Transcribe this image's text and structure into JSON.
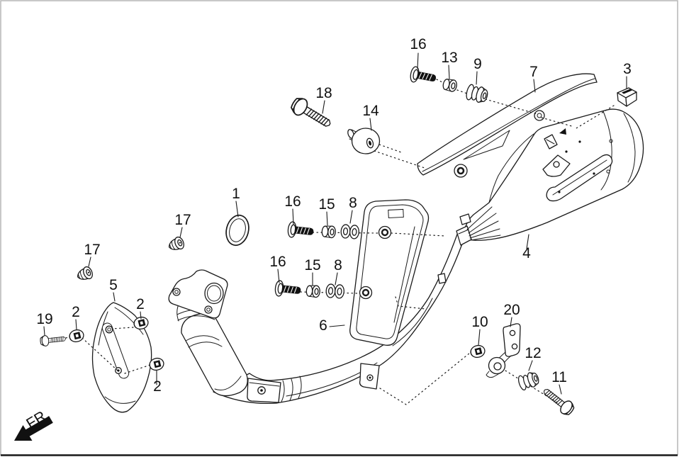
{
  "diagram": {
    "type": "exploded-parts-diagram",
    "subject": "motorcycle exhaust muffler assembly",
    "background_color": "#ffffff",
    "line_color": "#1a1a1a",
    "frame_color": "#b5b5b5",
    "direction_indicator": "FR."
  },
  "callouts": [
    {
      "number": "16",
      "part": "flange-bolt",
      "position": "top"
    },
    {
      "number": "13",
      "part": "collar",
      "position": "top"
    },
    {
      "number": "9",
      "part": "rubber-grommet",
      "position": "top"
    },
    {
      "number": "7",
      "part": "muffler-cover"
    },
    {
      "number": "3",
      "part": "clip"
    },
    {
      "number": "18",
      "part": "hex-flange-bolt",
      "position": "upper-left"
    },
    {
      "number": "14",
      "part": "washer-spacer"
    },
    {
      "number": "1",
      "part": "exhaust-gasket"
    },
    {
      "number": "17",
      "part": "cap-nut",
      "position": "upper"
    },
    {
      "number": "17",
      "part": "cap-nut",
      "position": "lower"
    },
    {
      "number": "16",
      "part": "flange-bolt",
      "position": "row-1"
    },
    {
      "number": "15",
      "part": "collar",
      "position": "row-1"
    },
    {
      "number": "8",
      "part": "washer",
      "position": "row-1"
    },
    {
      "number": "16",
      "part": "flange-bolt",
      "position": "row-2"
    },
    {
      "number": "15",
      "part": "collar",
      "position": "row-2"
    },
    {
      "number": "8",
      "part": "washer",
      "position": "row-2"
    },
    {
      "number": "5",
      "part": "front-heat-protector"
    },
    {
      "number": "2",
      "part": "clip-nut",
      "position": "left"
    },
    {
      "number": "2",
      "part": "clip-nut",
      "position": "right"
    },
    {
      "number": "2",
      "part": "clip-nut",
      "position": "bottom"
    },
    {
      "number": "19",
      "part": "hex-flange-bolt",
      "position": "lower-left"
    },
    {
      "number": "6",
      "part": "middle-heat-protector"
    },
    {
      "number": "4",
      "part": "muffler-body"
    },
    {
      "number": "10",
      "part": "clip-nut",
      "position": "lower-right"
    },
    {
      "number": "20",
      "part": "stay-bracket"
    },
    {
      "number": "12",
      "part": "rubber-grommet",
      "position": "lower-right"
    },
    {
      "number": "11",
      "part": "hex-flange-bolt",
      "position": "lower-right"
    }
  ],
  "direction": {
    "label": "FR."
  }
}
